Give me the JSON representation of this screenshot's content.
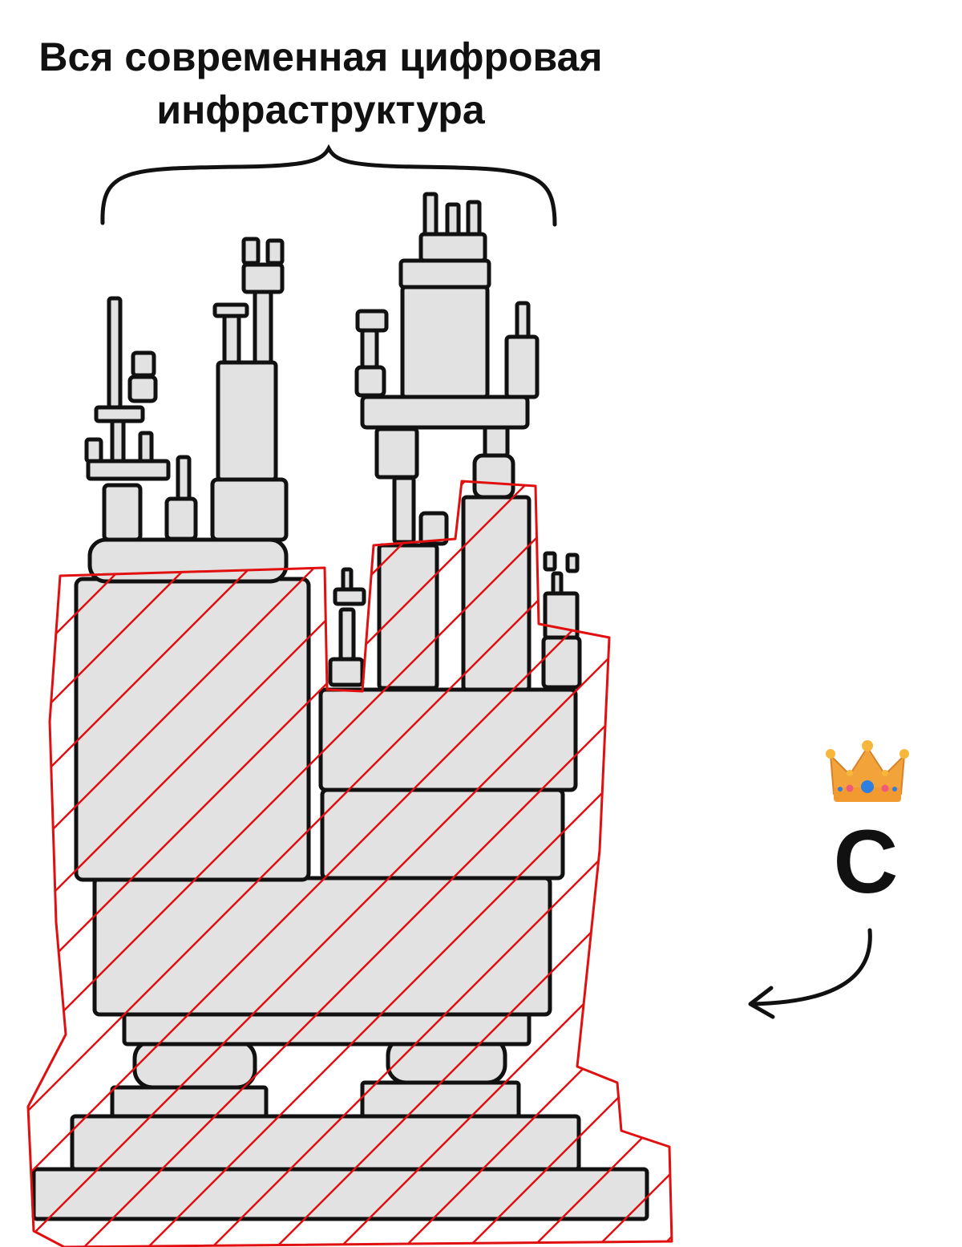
{
  "title": {
    "line1": "Вся современная цифровая",
    "line2": "инфраструктура"
  },
  "annotation": {
    "label": "C",
    "icon": "crown-icon"
  },
  "colors": {
    "block_fill": "#e2e2e2",
    "outline": "#111111",
    "highlight": "#e01010",
    "crown_gold": "#f2a33a",
    "crown_gem": "#2f7fe0",
    "crown_pink": "#f05a7a"
  }
}
